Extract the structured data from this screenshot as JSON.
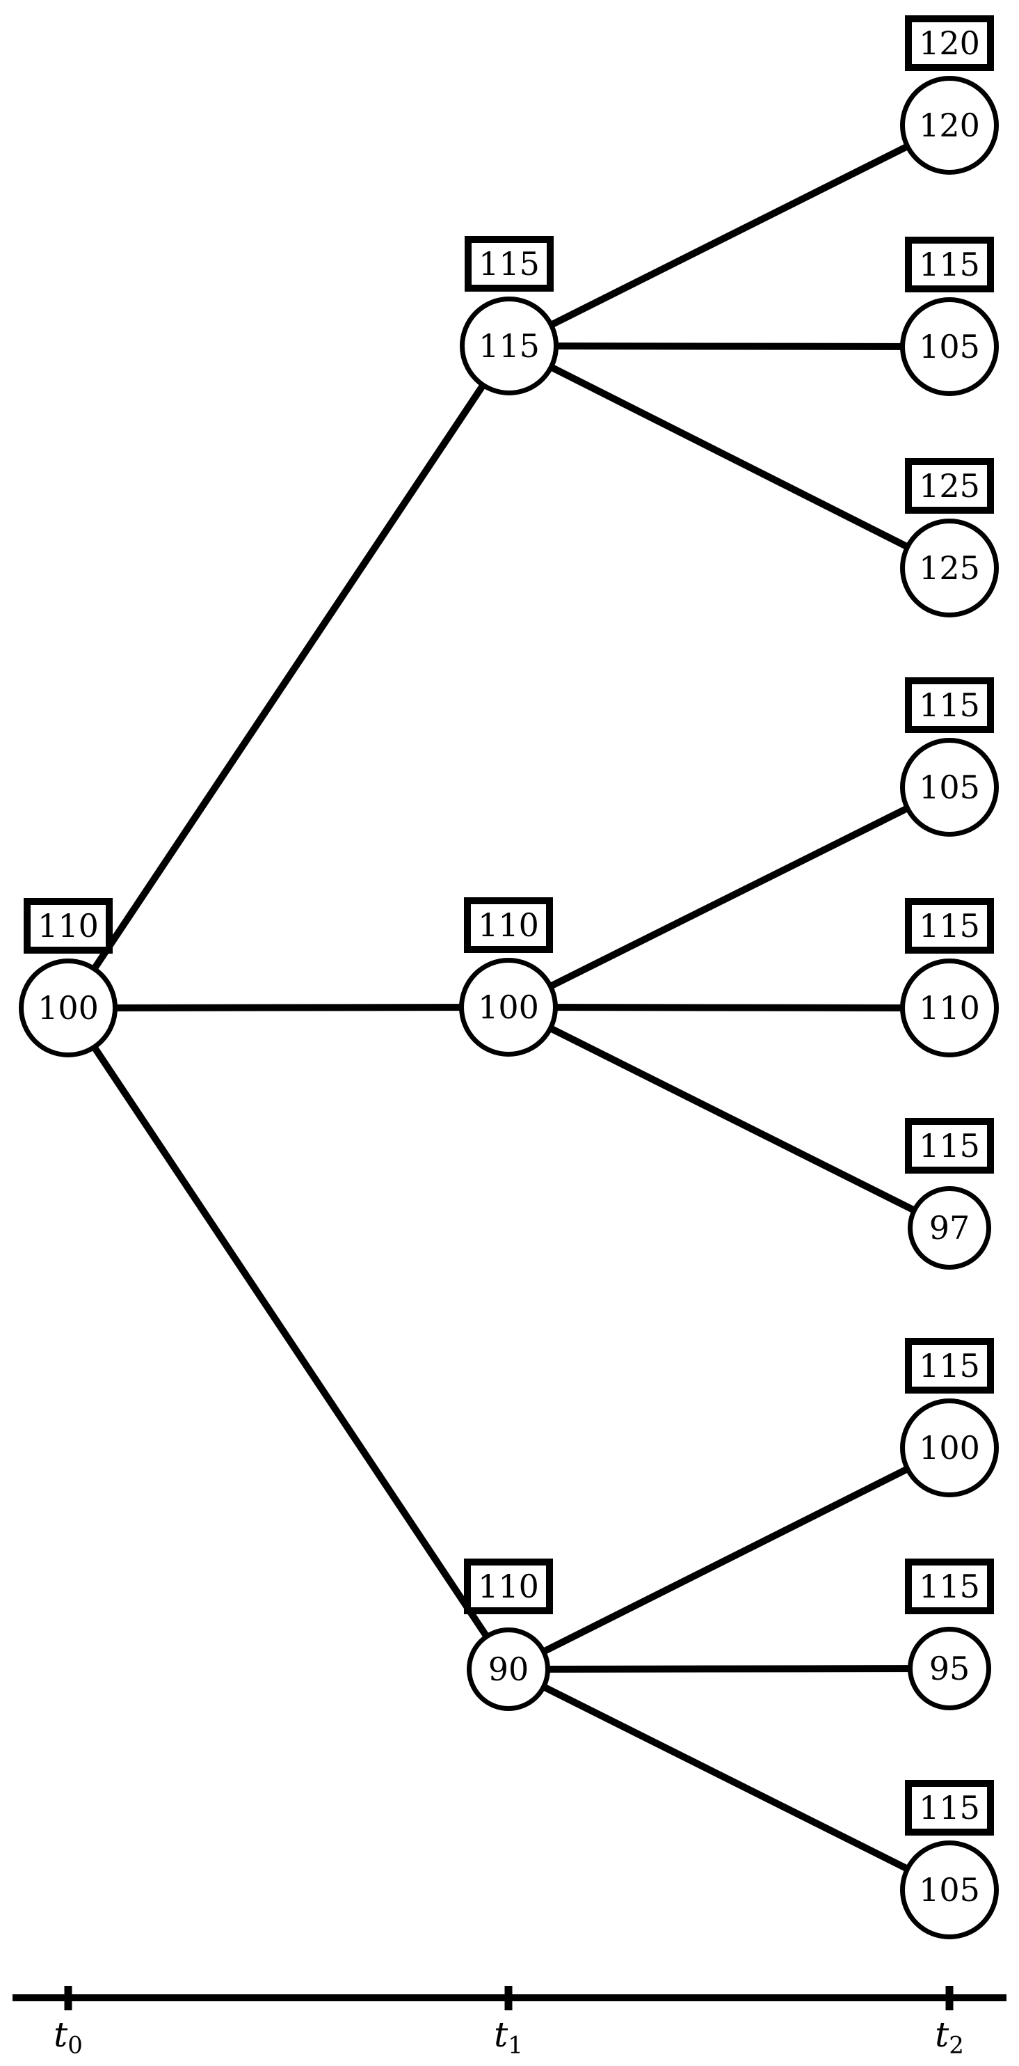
{
  "figure": {
    "type": "scenario-tree-lattice",
    "colors": {
      "stroke": "#000000",
      "background": "#ffffff"
    },
    "nodes": {
      "root": {
        "box_label": "110",
        "value": "100"
      },
      "t1_up": {
        "box_label": "115",
        "value": "115"
      },
      "t1_mid": {
        "box_label": "110",
        "value": "100"
      },
      "t1_down": {
        "box_label": "110",
        "value": "90"
      },
      "t2_uu": {
        "box_label": "120",
        "value": "120"
      },
      "t2_um": {
        "box_label": "115",
        "value": "105"
      },
      "t2_ud": {
        "box_label": "125",
        "value": "125"
      },
      "t2_mu": {
        "box_label": "115",
        "value": "105"
      },
      "t2_mm": {
        "box_label": "115",
        "value": "110"
      },
      "t2_md": {
        "box_label": "115",
        "value": "97"
      },
      "t2_du": {
        "box_label": "115",
        "value": "100"
      },
      "t2_dm": {
        "box_label": "115",
        "value": "95"
      },
      "t2_dd": {
        "box_label": "115",
        "value": "105"
      }
    },
    "edges": [
      [
        "root",
        "t1_up"
      ],
      [
        "root",
        "t1_mid"
      ],
      [
        "root",
        "t1_down"
      ],
      [
        "t1_up",
        "t2_uu"
      ],
      [
        "t1_up",
        "t2_um"
      ],
      [
        "t1_up",
        "t2_ud"
      ],
      [
        "t1_mid",
        "t2_mu"
      ],
      [
        "t1_mid",
        "t2_mm"
      ],
      [
        "t1_mid",
        "t2_md"
      ],
      [
        "t1_down",
        "t2_du"
      ],
      [
        "t1_down",
        "t2_dm"
      ],
      [
        "t1_down",
        "t2_dd"
      ]
    ],
    "axis": {
      "ticks": [
        {
          "base": "t",
          "sub": "0"
        },
        {
          "base": "t",
          "sub": "1"
        },
        {
          "base": "t",
          "sub": "2"
        }
      ]
    }
  }
}
